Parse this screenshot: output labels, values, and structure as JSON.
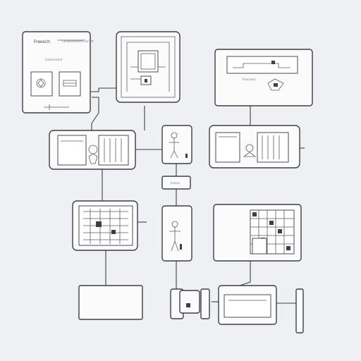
{
  "labels": {
    "panel_top_left_title": "Freesch",
    "panel_top_left_note": "Conassenment Enriett",
    "panel_top_left_sub": "Lamenssant",
    "panel_top_right_caption": "Ecerisson",
    "small_label_center": "Inessu"
  }
}
